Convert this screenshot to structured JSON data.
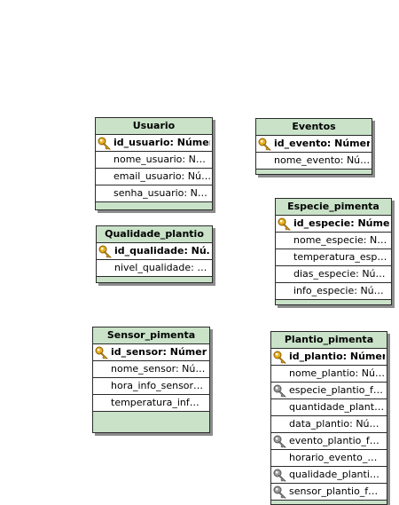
{
  "colors": {
    "header": "#c9e2c8",
    "border": "#2b2b2b",
    "pk_key": "#e8b020",
    "fk_key": "#9a9a9a"
  },
  "entities": {
    "usuario": {
      "title": "Usuario",
      "fields": [
        {
          "text": "id_usuario: Númer…",
          "key": "pk"
        },
        {
          "text": "nome_usuario: N…",
          "key": "none"
        },
        {
          "text": "email_usuario: Nú…",
          "key": "none"
        },
        {
          "text": "senha_usuario: N…",
          "key": "none"
        }
      ]
    },
    "eventos": {
      "title": "Eventos",
      "fields": [
        {
          "text": "id_evento: Númer…",
          "key": "pk"
        },
        {
          "text": "nome_evento: Nú…",
          "key": "none"
        }
      ]
    },
    "qualidade_plantio": {
      "title": "Qualidade_plantio",
      "fields": [
        {
          "text": "id_qualidade: Nú…",
          "key": "pk"
        },
        {
          "text": "nivel_qualidade: …",
          "key": "none"
        }
      ]
    },
    "especie_pimenta": {
      "title": "Especie_pimenta",
      "fields": [
        {
          "text": "id_especie: Núme…",
          "key": "pk"
        },
        {
          "text": "nome_especie: N…",
          "key": "none"
        },
        {
          "text": "temperatura_esp…",
          "key": "none"
        },
        {
          "text": "dias_especie: Nú…",
          "key": "none"
        },
        {
          "text": "info_especie: Nú…",
          "key": "none"
        }
      ]
    },
    "sensor_pimenta": {
      "title": "Sensor_pimenta",
      "fields": [
        {
          "text": "id_sensor: Númer…",
          "key": "pk"
        },
        {
          "text": "nome_sensor: Nú…",
          "key": "none"
        },
        {
          "text": "hora_info_sensor…",
          "key": "none"
        },
        {
          "text": "temperatura_inf…",
          "key": "none"
        }
      ]
    },
    "plantio_pimenta": {
      "title": "Plantio_pimenta",
      "fields": [
        {
          "text": "id_plantio: Númer…",
          "key": "pk"
        },
        {
          "text": "nome_plantio: Nú…",
          "key": "none"
        },
        {
          "text": "especie_plantio_f…",
          "key": "fk"
        },
        {
          "text": "quantidade_plant…",
          "key": "none"
        },
        {
          "text": "data_plantio: Nú…",
          "key": "none"
        },
        {
          "text": "evento_plantio_f…",
          "key": "fk"
        },
        {
          "text": "horario_evento_…",
          "key": "none"
        },
        {
          "text": "qualidade_planti…",
          "key": "fk"
        },
        {
          "text": "sensor_plantio_f…",
          "key": "fk"
        }
      ]
    }
  }
}
